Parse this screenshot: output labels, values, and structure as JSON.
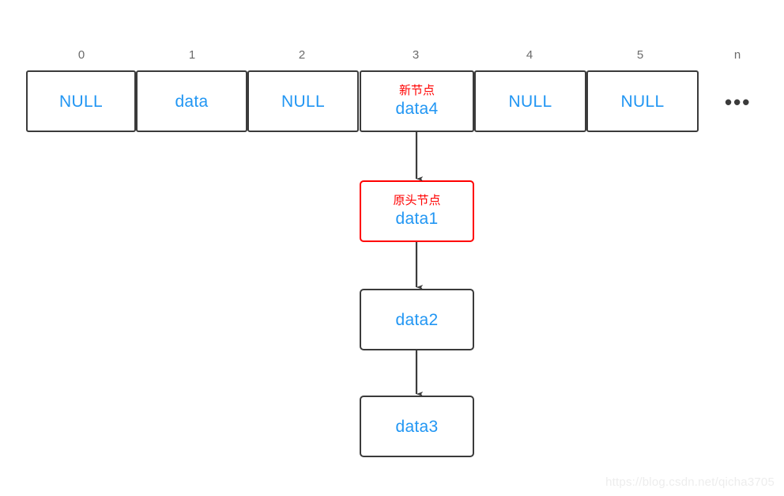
{
  "diagram": {
    "title": "Hash table array with chained linked list insertion at head",
    "colors": {
      "value_blue": "#2196f3",
      "note_red": "#ff0000",
      "border_dark": "#3b3b3b",
      "index_gray": "#6b6b6b",
      "watermark_gray": "#ededed",
      "background": "#ffffff"
    }
  },
  "array": {
    "indices": [
      "0",
      "1",
      "2",
      "3",
      "4",
      "5",
      "n"
    ],
    "cells": [
      {
        "index": "0",
        "value": "NULL",
        "note": ""
      },
      {
        "index": "1",
        "value": "data",
        "note": ""
      },
      {
        "index": "2",
        "value": "NULL",
        "note": ""
      },
      {
        "index": "3",
        "value": "data4",
        "note": "新节点"
      },
      {
        "index": "4",
        "value": "NULL",
        "note": ""
      },
      {
        "index": "5",
        "value": "NULL",
        "note": ""
      }
    ],
    "overflow_marker": "•••",
    "overflow_index_label": "n"
  },
  "chain": {
    "nodes": [
      {
        "value": "data1",
        "note": "原头节点",
        "highlighted": true
      },
      {
        "value": "data2",
        "note": "",
        "highlighted": false
      },
      {
        "value": "data3",
        "note": "",
        "highlighted": false
      }
    ]
  },
  "watermark": {
    "text": "https://blog.csdn.net/qicha3705"
  }
}
